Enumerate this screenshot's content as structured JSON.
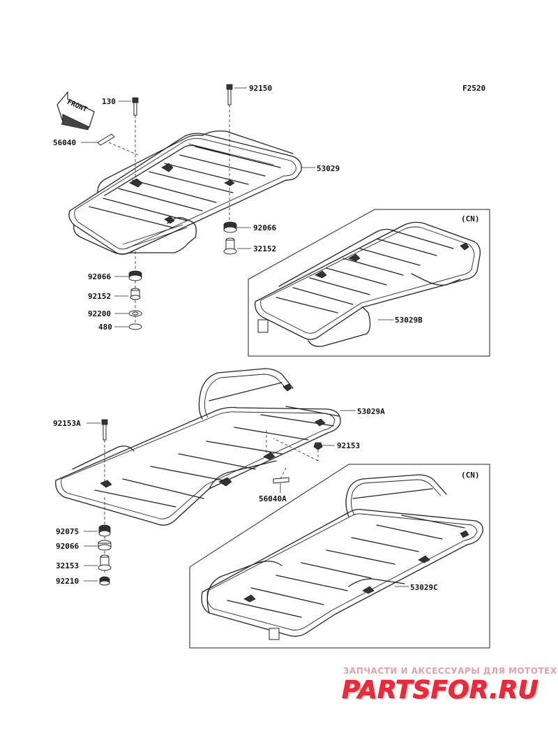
{
  "figure_code": "F2520",
  "front_arrow_text": "FRONT",
  "variant_label_b": "(CN)",
  "variant_label_c": "(CN)",
  "parts": {
    "p130": "130",
    "p56040": "56040",
    "p92150": "92150",
    "p53029": "53029",
    "p92066_top": "92066",
    "p32152": "32152",
    "p92066_left": "92066",
    "p92152": "92152",
    "p92200": "92200",
    "p480": "480",
    "p53029B": "53029B",
    "p92153A": "92153A",
    "p53029A": "53029A",
    "p92153": "92153",
    "p56040A": "56040A",
    "p92075": "92075",
    "p92066_bottom": "92066",
    "p32153": "32153",
    "p92210": "92210",
    "p53029C": "53029C"
  },
  "watermark": {
    "caption": "ЗАПЧАСТИ И АКСЕССУАРЫ ДЛЯ МОТОТЕХНИКИ",
    "logo": "PARTSFOR.RU"
  }
}
